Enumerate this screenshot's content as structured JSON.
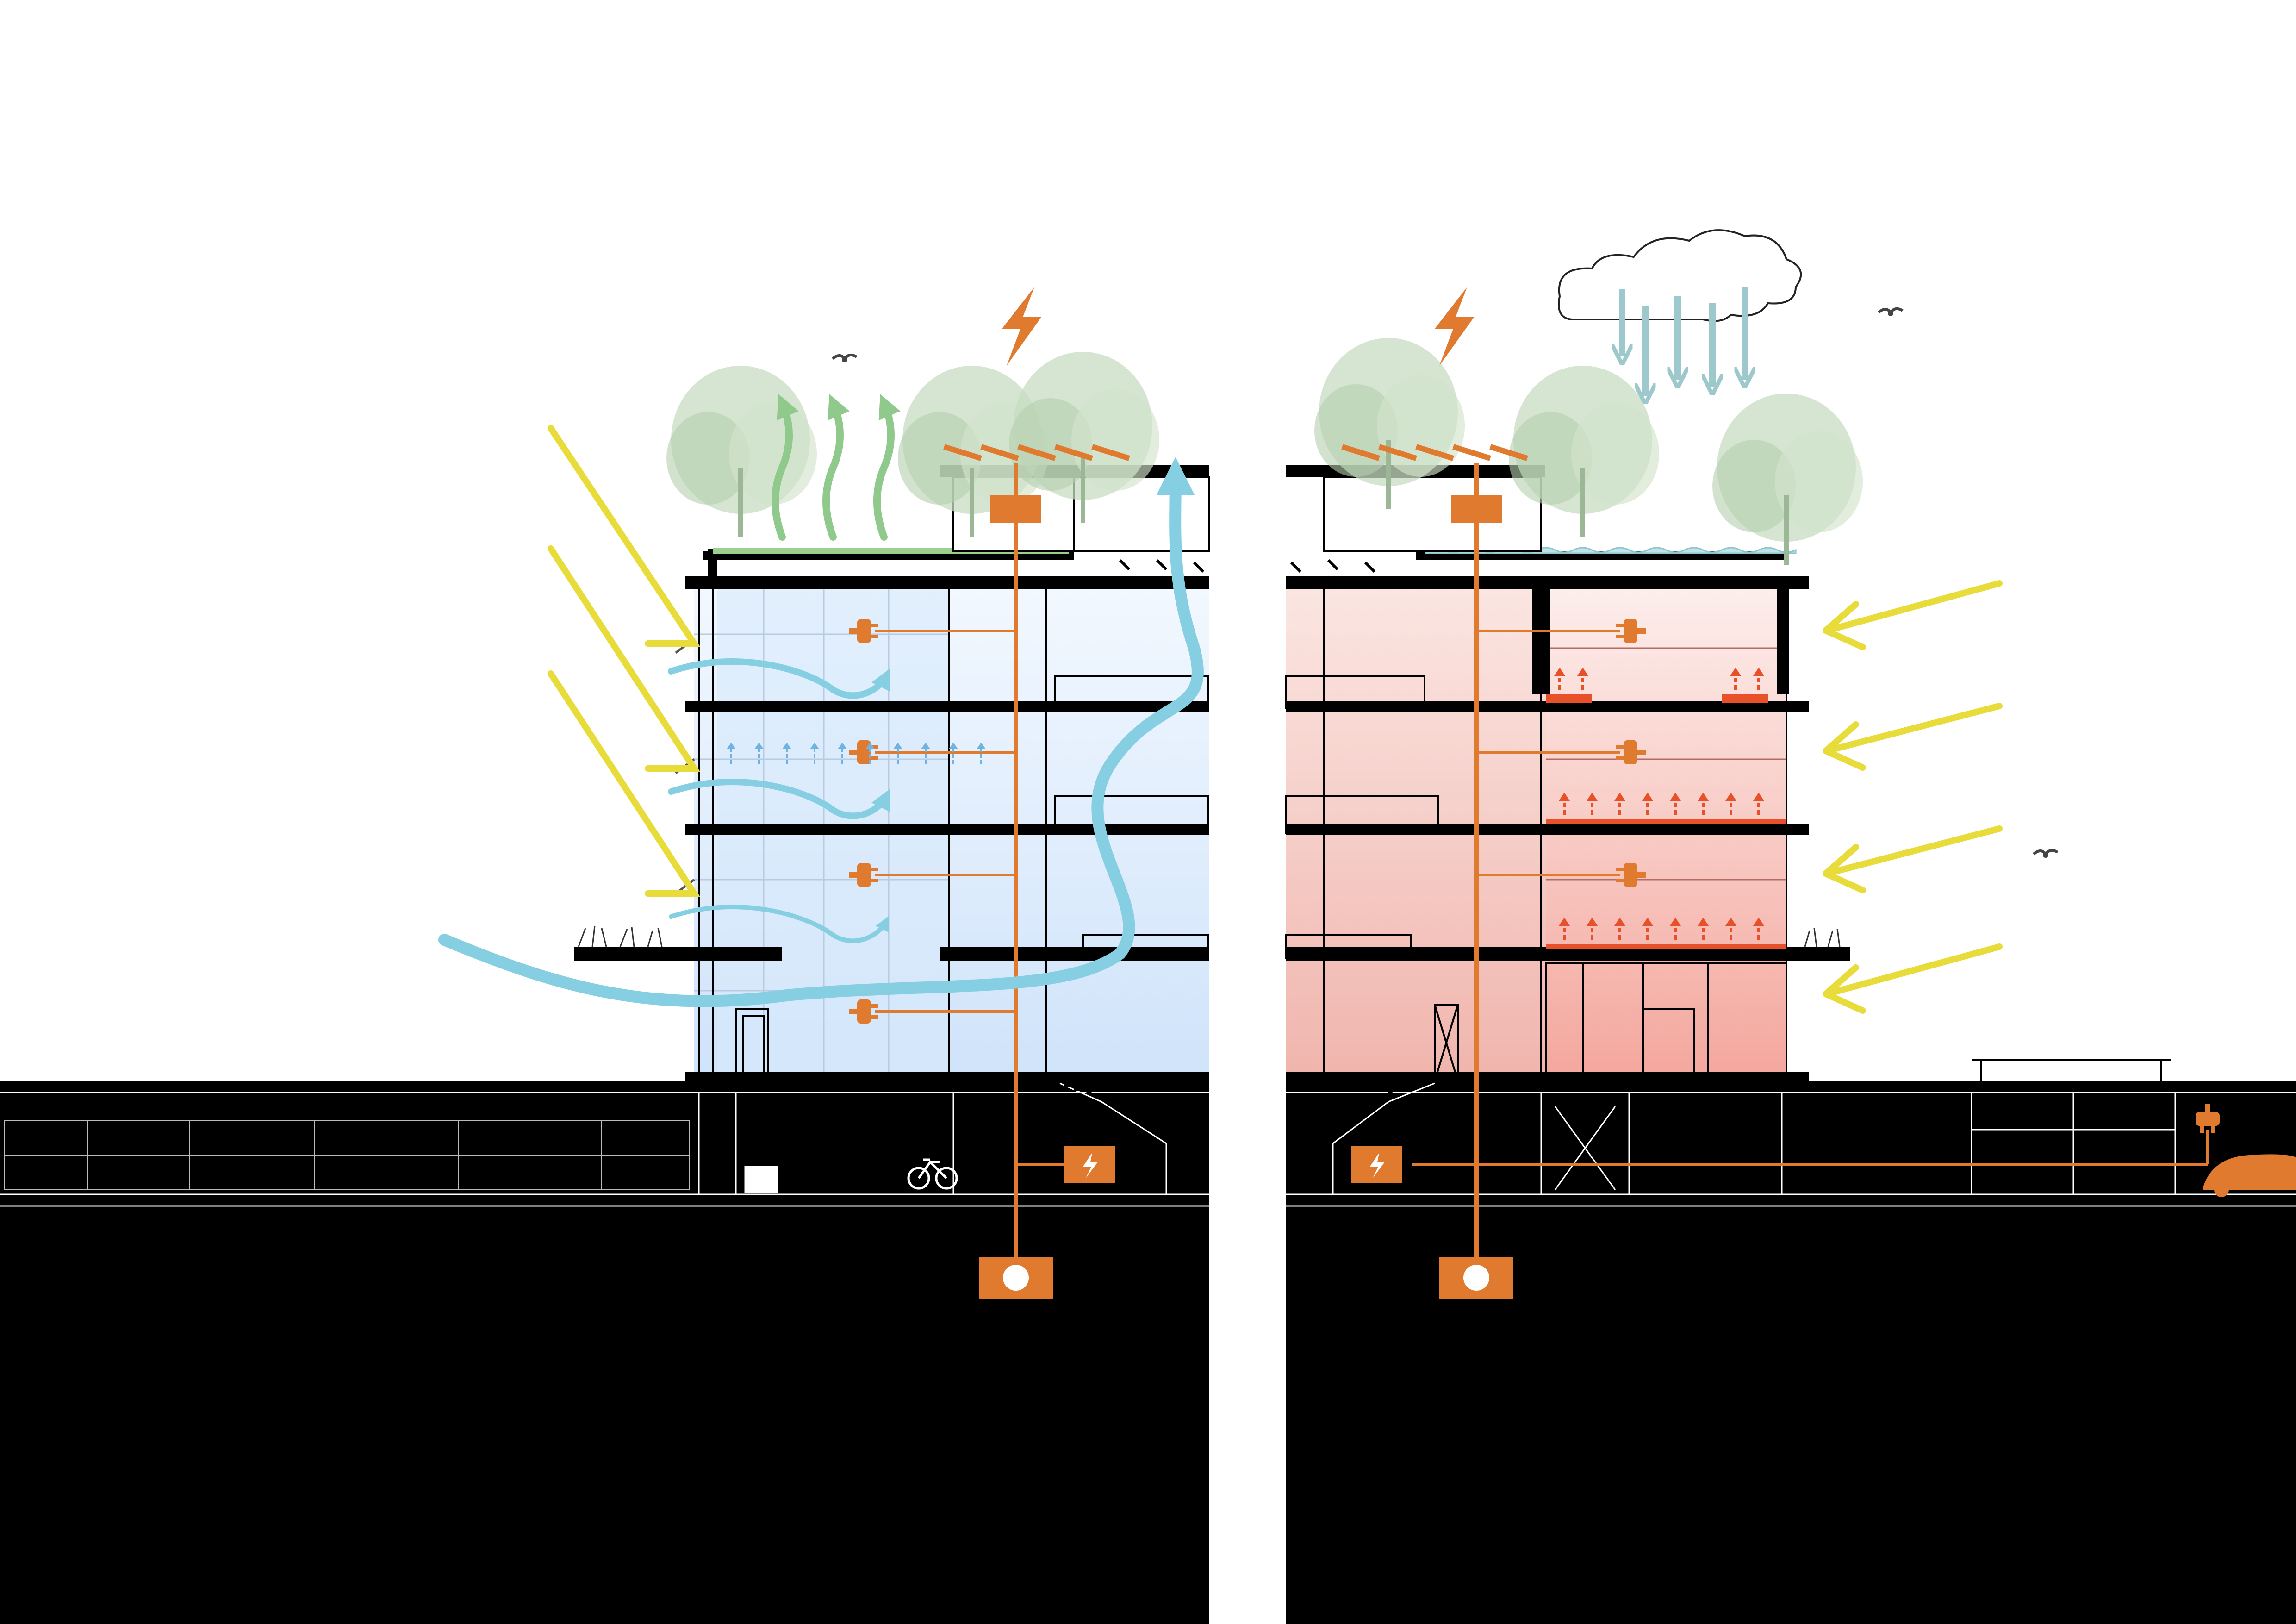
{
  "diagram": {
    "kind": "architectural-section-sustainability",
    "panels": [
      {
        "id": "cooling-ventilation",
        "side": "left",
        "theme_color": "#8fd0e6"
      },
      {
        "id": "heating-solar-water",
        "side": "right",
        "theme_color": "#f29a8a"
      }
    ],
    "icons": [
      "sun-ray-arrow-icon",
      "wind-flow-arrow-icon",
      "evaporation-arrow-icon",
      "lightning-bolt-icon",
      "power-plug-icon",
      "cloud-icon",
      "rain-arrow-icon",
      "heat-up-arrow-icon",
      "bicycle-icon",
      "ev-car-icon",
      "tree-icon",
      "solar-panel-icon",
      "bird-icon",
      "battery-box-icon",
      "geothermal-well-icon"
    ]
  },
  "colors": {
    "sun": "#e8dc3a",
    "wind": "#86cfe2",
    "evaporation": "#8fc98b",
    "energy": "#e07a2e",
    "rain": "#9dc9cc",
    "heat": "#e8502a",
    "cool_fill": "#d6e8fb",
    "warm_fill": "#f4c4bd",
    "ground": "#000000",
    "tree": "#b9d3b3"
  }
}
